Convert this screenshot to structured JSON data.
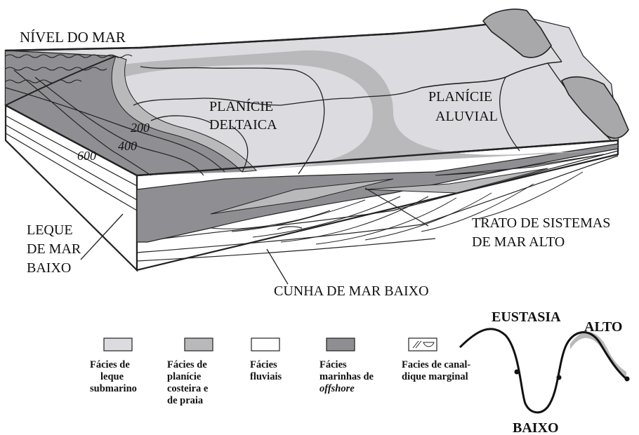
{
  "colors": {
    "leque_submarino": "#dcdce0",
    "planicie_costeira": "#b9b9bc",
    "fluvial": "#ffffff",
    "marinha_offshore": "#8f8f93",
    "outline": "#222222"
  },
  "labels": {
    "sea_level": "NÍVEL DO MAR",
    "deltaic_plain": [
      "PLANÍCIE",
      "DELTAICA"
    ],
    "alluvial_plain": [
      "PLANÍCIE",
      "ALUVIAL"
    ],
    "lowstand_fan": [
      "LEQUE",
      "DE MAR",
      "BAIXO"
    ],
    "highstand_tract": [
      "TRATO DE SISTEMAS",
      "DE MAR ALTO"
    ],
    "lowstand_wedge": "CUNHA DE MAR BAIXO"
  },
  "contours": [
    "200",
    "400",
    "600"
  ],
  "legend": [
    {
      "lines": [
        "Fácies de",
        "leque",
        "submarino"
      ],
      "italic_last": false
    },
    {
      "lines": [
        "Fácies de",
        "planície",
        "costeira e",
        "de praia"
      ],
      "italic_last": false
    },
    {
      "lines": [
        "Fácies",
        "fluviais"
      ],
      "italic_last": false
    },
    {
      "lines": [
        "Fácies",
        "marinhas de",
        "offshore"
      ],
      "italic_last": true
    },
    {
      "lines": [
        "Facies de canal-",
        "dique marginal"
      ],
      "italic_last": false
    }
  ],
  "eustasy": {
    "title": "EUSTASIA",
    "high": "ALTO",
    "low": "BAIXO"
  }
}
